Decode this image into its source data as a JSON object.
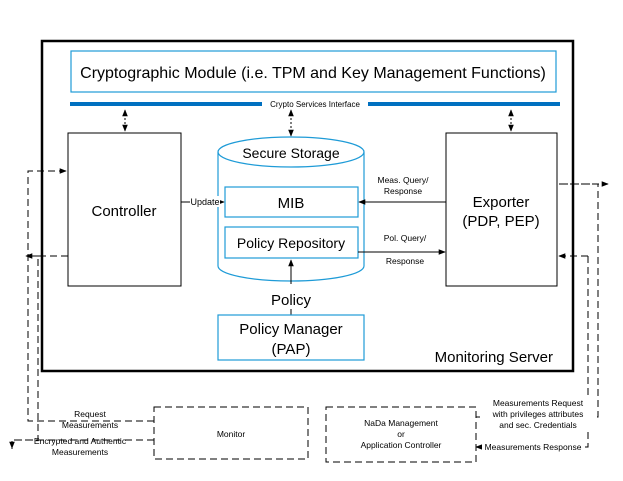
{
  "crypto_module": {
    "label": "Cryptographic Module (i.e. TPM and Key Management Functions)"
  },
  "crypto_interface": {
    "label": "Crypto Services Interface"
  },
  "secure_storage": {
    "label": "Secure Storage"
  },
  "mib": {
    "label": "MIB"
  },
  "policy_repository": {
    "label": "Policy Repository"
  },
  "controller": {
    "label": "Controller"
  },
  "exporter": {
    "line1": "Exporter",
    "line2": "(PDP, PEP)"
  },
  "policy": {
    "label": "Policy"
  },
  "policy_manager": {
    "line1": "Policy Manager",
    "line2": "(PAP)"
  },
  "server": {
    "label": "Monitoring Server"
  },
  "update": {
    "label": "Update"
  },
  "meas_query": {
    "line1": "Meas. Query/",
    "line2": "Response"
  },
  "pol_query": {
    "line1": "Pol. Query/",
    "line2": "Response"
  },
  "monitor": {
    "label": "Monitor"
  },
  "request_meas": {
    "line1": "Request",
    "line2": "Measurements"
  },
  "encrypted_meas": {
    "line1": "Encrypted and Authentic",
    "line2": "Measurements"
  },
  "nada": {
    "line1": "NaDa Management",
    "line2": "or",
    "line3": "Application Controller"
  },
  "meas_request": {
    "line1": "Measurements Request",
    "line2": "with privileges attributes",
    "line3": "and sec. Credentials"
  },
  "meas_response": {
    "label": "Measurements Response"
  },
  "colors": {
    "accent_blue": "#0070c0",
    "storage_cyan": "#1e9bd7"
  }
}
